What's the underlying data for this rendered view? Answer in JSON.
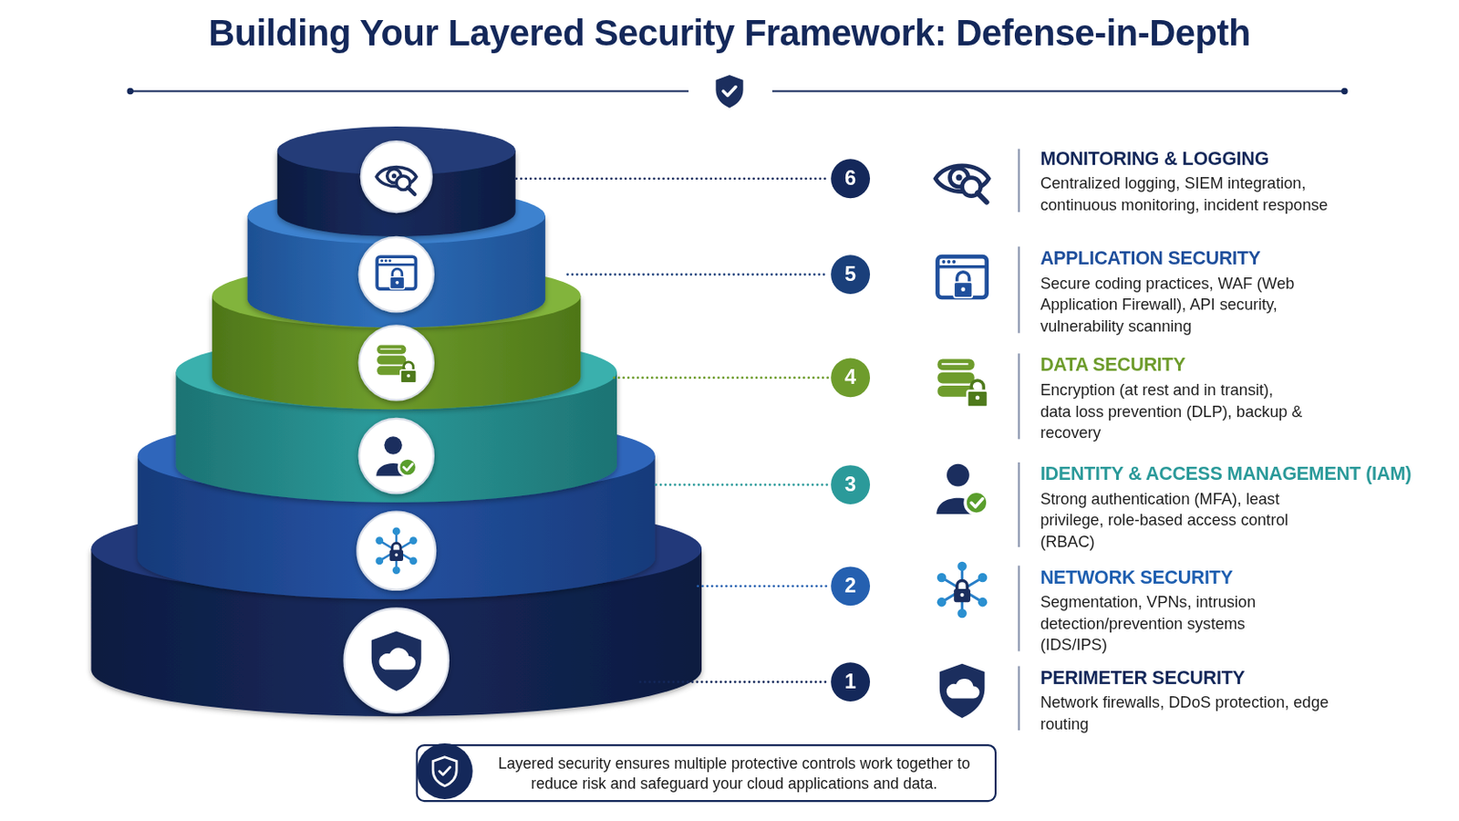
{
  "diagram": {
    "title": "Building Your Layered Security Framework: Defense-in-Depth",
    "caption": "Layered security ensures multiple protective controls work together to reduce risk and safeguard your cloud applications and data.",
    "nodes": [
      {
        "text": [
          "6"
        ]
      },
      {
        "text": [
          "5"
        ]
      },
      {
        "text": [
          "4"
        ]
      },
      {
        "text": [
          "3"
        ]
      },
      {
        "text": [
          "2"
        ]
      },
      {
        "text": [
          "1"
        ]
      }
    ],
    "labels": [
      "MONITORING & LOGGING",
      "Centralized logging, SIEM integration, continuous monitoring, incident response",
      "APPLICATION SECURITY",
      "Secure coding practices, WAF (Web Application Firewall), API security, vulnerability scanning",
      "DATA SECURITY",
      "Encryption (at rest and in transit), data loss prevention (DLP), backup & recovery",
      "IDENTITY & ACCESS MANAGEMENT (IAM)",
      "Strong authentication (MFA), least privilege, role-based access control (RBAC)",
      "NETWORK SECURITY",
      "Segmentation, VPNs, intrusion detection/prevention systems (IDS/IPS)",
      "PERIMETER SECURITY",
      "Network firewalls, DDoS protection, edge routing"
    ]
  }
}
